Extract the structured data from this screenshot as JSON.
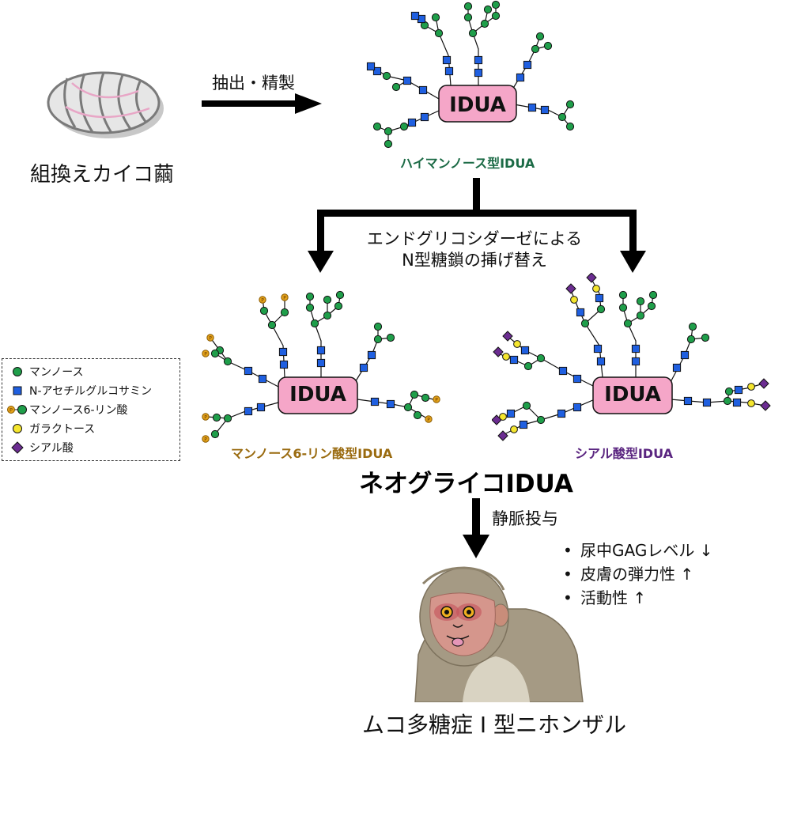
{
  "cocoon_label": "組換えカイコ繭",
  "extraction_label": "抽出・精製",
  "protein_label": "IDUA",
  "high_mannose_label": "ハイマンノース型IDUA",
  "remodel_label_line1": "エンドグリコシダーゼによる",
  "remodel_label_line2": "N型糖鎖の挿げ替え",
  "m6p_label": "マンノース6-リン酸型IDUA",
  "sialic_label": "シアル酸型IDUA",
  "neoglyco_title": "ネオグライコIDUA",
  "injection_label": "静脈投与",
  "effects": [
    "尿中GAGレベル ↓",
    "皮膚の弾力性 ↑",
    "活動性 ↑"
  ],
  "monkey_label": "ムコ多糖症 I 型ニホンザル",
  "legend": {
    "items": [
      {
        "label": "マンノース",
        "icon": "green-circle"
      },
      {
        "label": "N-アセチルグルコサミン",
        "icon": "blue-square"
      },
      {
        "label": "マンノース6-リン酸",
        "icon": "phospho-mannose"
      },
      {
        "label": "ガラクトース",
        "icon": "yellow-circle"
      },
      {
        "label": "シアル酸",
        "icon": "purple-diamond"
      }
    ]
  },
  "colors": {
    "mannose": "#1f9e4a",
    "glcnac": "#1f5fe0",
    "phosphate": "#e3a21a",
    "galactose": "#f5e62e",
    "sialic": "#6b2c91",
    "protein_fill": "#f5a6c8",
    "high_mannose_text": "#1c6b46",
    "m6p_text": "#9a6b10",
    "sialic_text": "#5a2580"
  }
}
